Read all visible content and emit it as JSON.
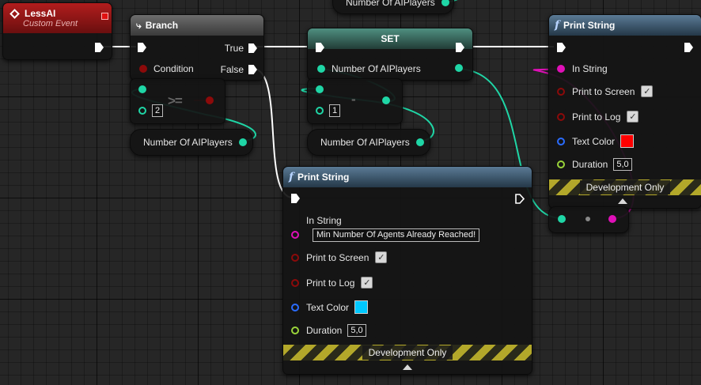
{
  "event_node": {
    "title": "LessAI",
    "subtitle": "Custom Event"
  },
  "branch_node": {
    "title": "Branch",
    "condition_label": "Condition",
    "true_label": "True",
    "false_label": "False"
  },
  "compare_node": {
    "operator": ">=",
    "value": "2"
  },
  "get_left": {
    "label": "Number Of AIPlayers"
  },
  "get_top": {
    "label": "Number Of AIPlayers"
  },
  "set_node": {
    "title": "SET",
    "var_label": "Number Of AIPlayers"
  },
  "subtract_node": {
    "operator": "-",
    "value": "1"
  },
  "get_mid": {
    "label": "Number Of AIPlayers"
  },
  "print_right": {
    "title": "Print String",
    "in_string_label": "In String",
    "print_to_screen_label": "Print to Screen",
    "print_to_log_label": "Print to Log",
    "text_color_label": "Text Color",
    "text_color": "#ff0000",
    "duration_label": "Duration",
    "duration_value": "5,0",
    "dev_only_label": "Development Only"
  },
  "print_center": {
    "title": "Print String",
    "in_string_label": "In String",
    "in_string_value": "Min Number Of Agents Already Reached!",
    "print_to_screen_label": "Print to Screen",
    "print_to_log_label": "Print to Log",
    "text_color_label": "Text Color",
    "text_color": "#00c8ff",
    "duration_label": "Duration",
    "duration_value": "5,0",
    "dev_only_label": "Development Only"
  },
  "checkbox_glyph": "✓",
  "colors": {
    "exec_wire": "#ffffff",
    "int_wire": "#1fd6a6",
    "string_wire": "#e010b8",
    "bool_pin": "#8c0a0a"
  }
}
